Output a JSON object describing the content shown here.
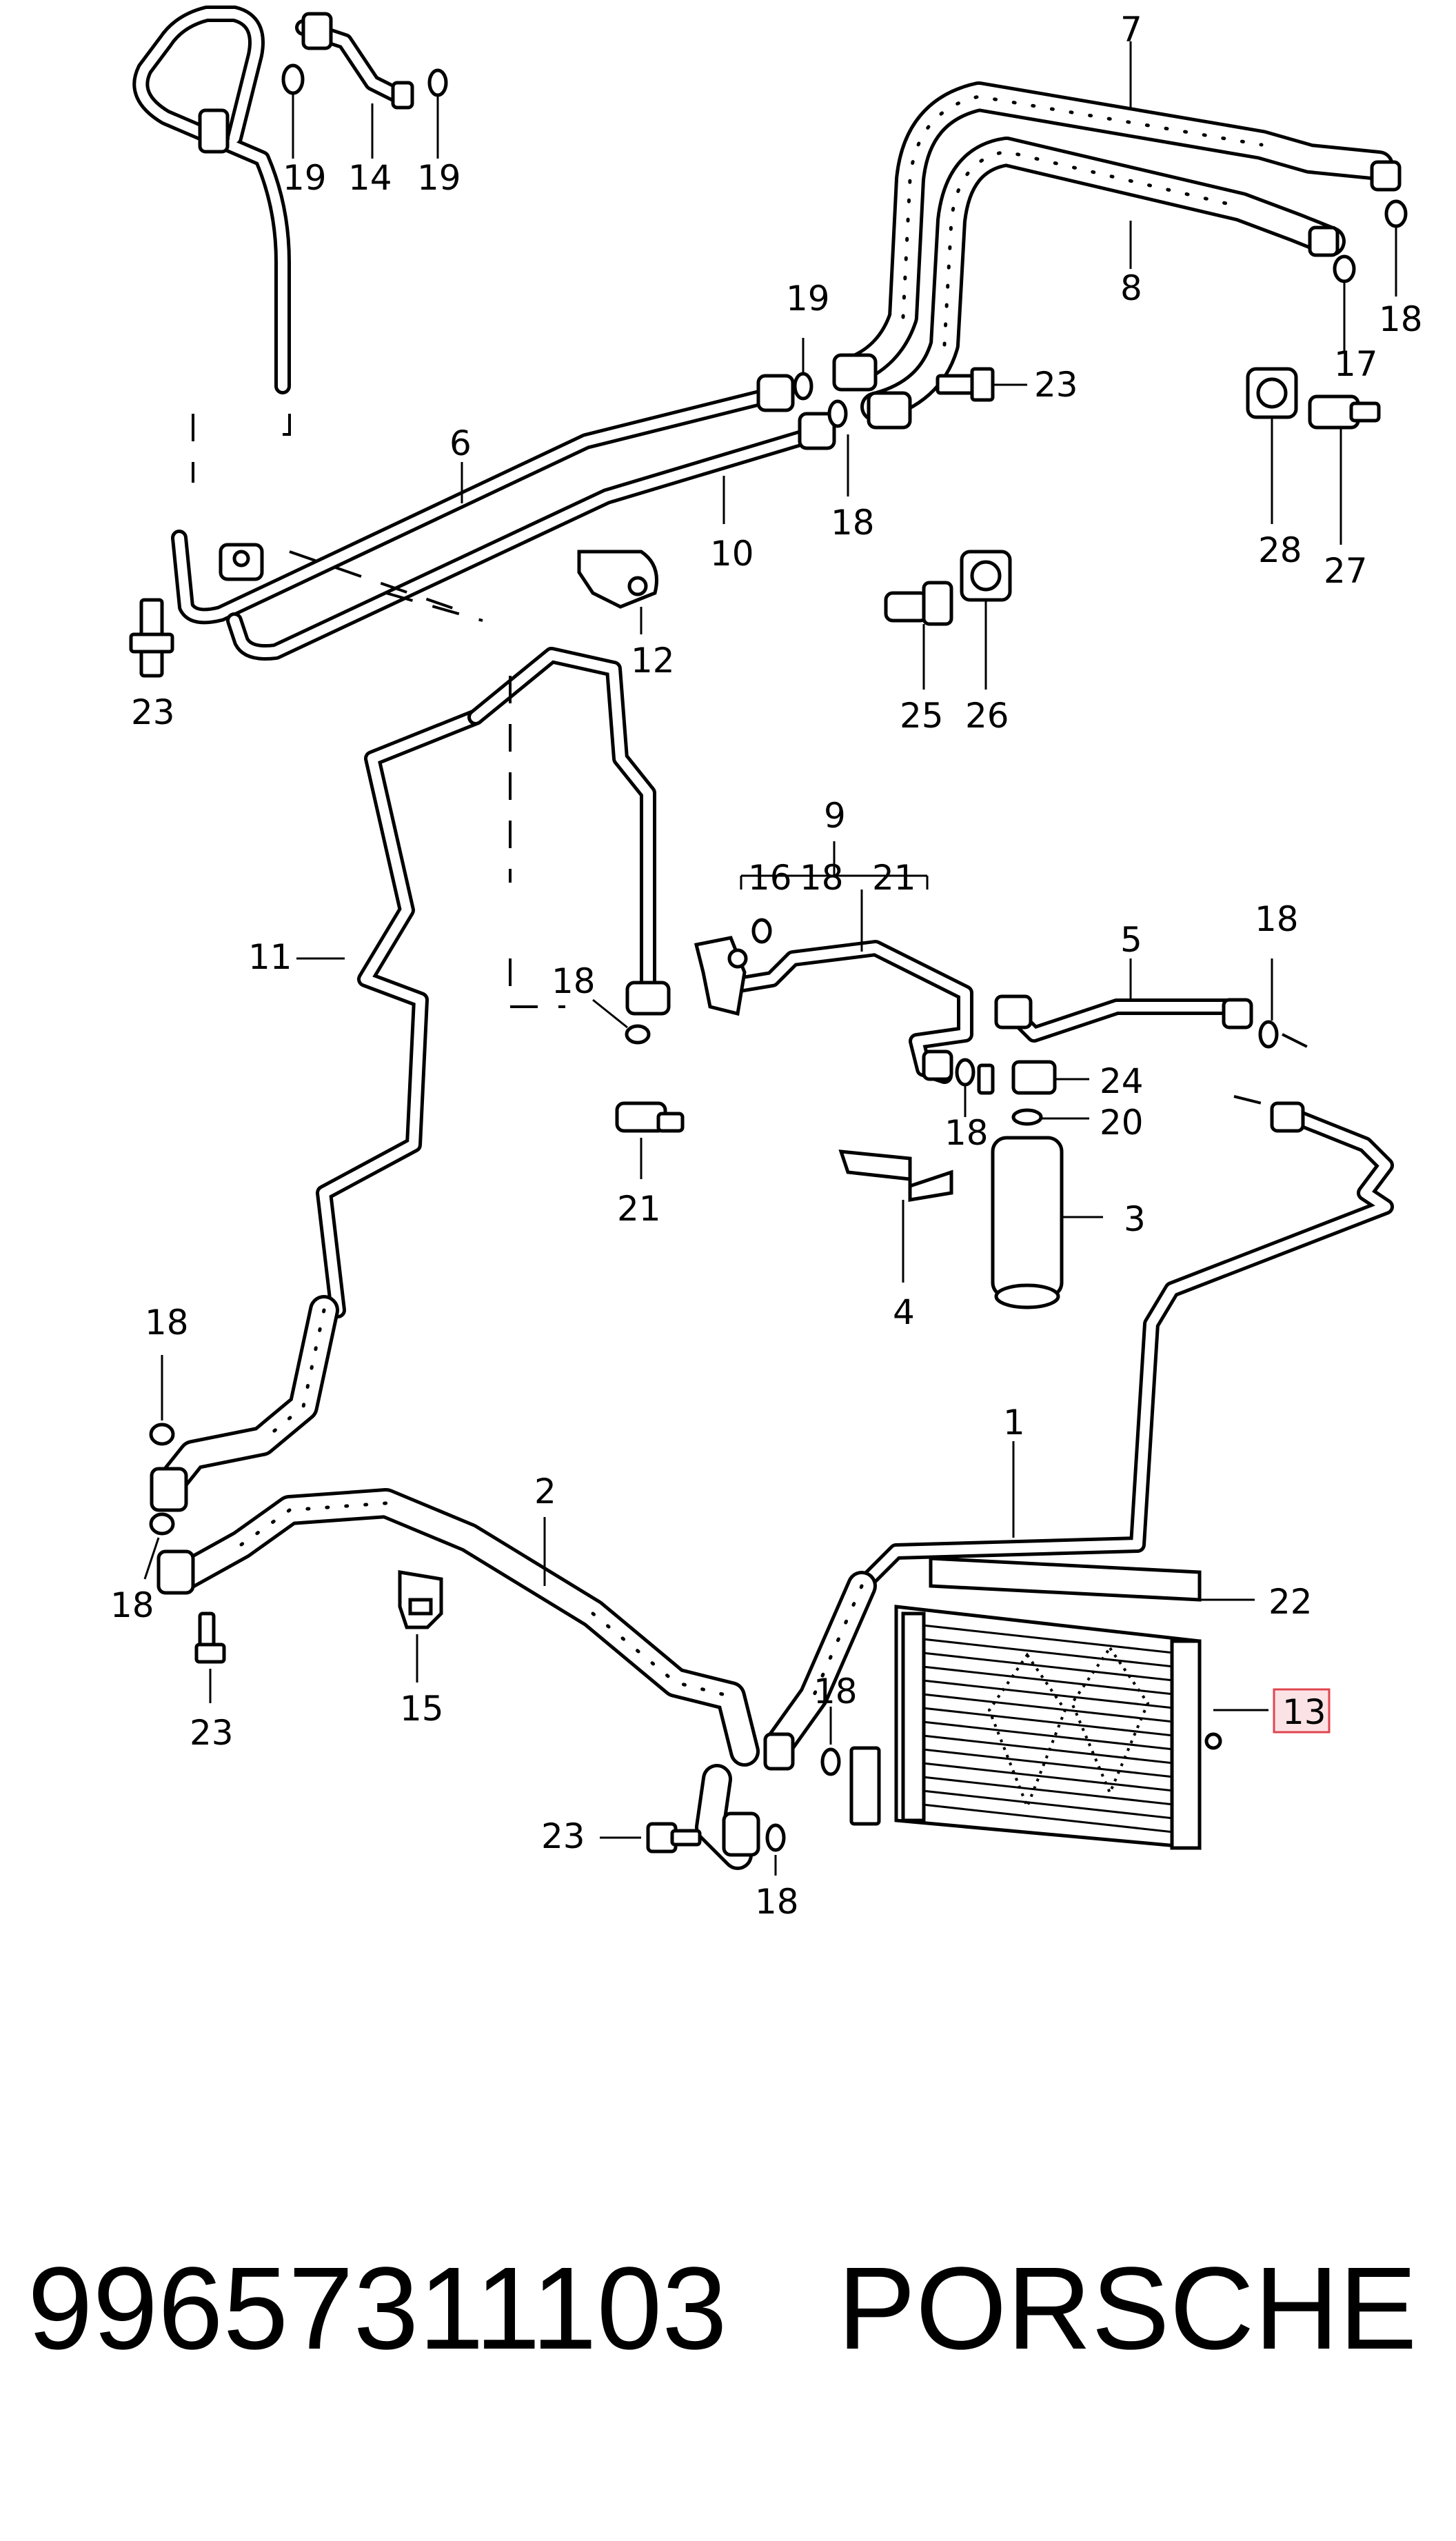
{
  "footer": {
    "part_number": "99657311103",
    "brand": "PORSCHE"
  },
  "callouts": {
    "c1": "1",
    "c2": "2",
    "c3": "3",
    "c4": "4",
    "c5": "5",
    "c6": "6",
    "c7": "7",
    "c8": "8",
    "c9": "9",
    "c10": "10",
    "c11": "11",
    "c12": "12",
    "c13": "13",
    "c14": "14",
    "c15": "15",
    "c16": "16",
    "c17": "17",
    "c18": "18",
    "c19": "19",
    "c20": "20",
    "c21": "21",
    "c22": "22",
    "c23": "23",
    "c24": "24",
    "c25": "25",
    "c26": "26",
    "c27": "27",
    "c28": "28"
  },
  "highlight": {
    "color": "#e0454f",
    "fill": "#fbe3e5"
  }
}
